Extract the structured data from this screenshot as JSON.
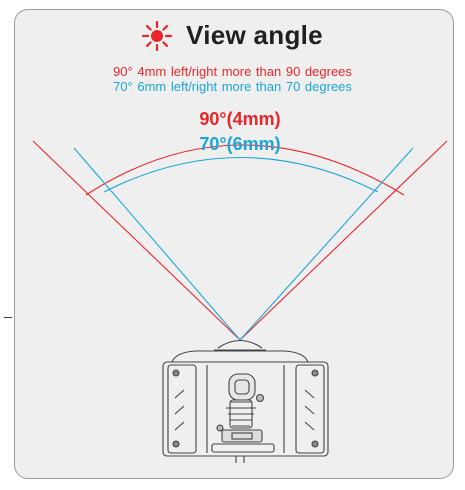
{
  "title": "View angle",
  "icon": "sun-burst-icon",
  "lines": {
    "red": "90°  4mm  left/right more than 90 degrees",
    "blue": "70°  6mm  left/right more than 70 degrees"
  },
  "arcs": {
    "wide": "90°(4mm)",
    "narrow": "70°(6mm)"
  },
  "colors": {
    "red": "#e8262a",
    "blue": "#1aa6d8",
    "title": "#231f20",
    "panel": "#efeff0",
    "border": "#9a9a9a"
  }
}
